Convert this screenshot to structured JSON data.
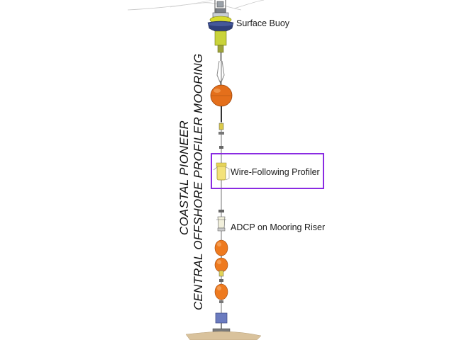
{
  "title": {
    "line1": "COASTAL PIONEER",
    "line2": "CENTRAL OFFSHORE PROFILER MOORING"
  },
  "labels": {
    "surface_buoy": "Surface Buoy",
    "profiler": "Wire-Following Profiler",
    "adcp": "ADCP on Mooring Riser"
  },
  "highlighted_component": "Wire-Following Profiler",
  "colors": {
    "highlight": "#8a2be2",
    "buoy_body": "#2f3f7a",
    "buoy_collar": "#d8dc2e",
    "float_orange": "#e8701c",
    "profiler_yellow": "#f3e27a",
    "anchor": "#6b7bbf",
    "seafloor": "#d9c29c"
  }
}
